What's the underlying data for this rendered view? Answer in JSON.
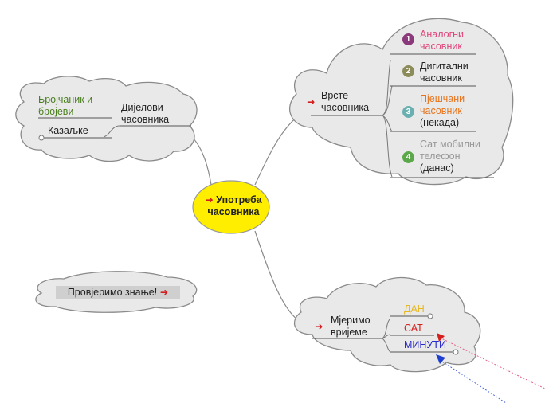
{
  "center": {
    "arrow": "➜",
    "text": "Употреба часовника"
  },
  "parts_cloud": {
    "branch_label": "Дијелови часовника",
    "items": [
      {
        "text": "Бројчаник и бројеви",
        "color": "#4a7f1f"
      },
      {
        "text": "Казаљке",
        "color": "#222222"
      }
    ]
  },
  "types_cloud": {
    "arrow": "➜",
    "branch_label": "Врсте часовника",
    "items": [
      {
        "num": "1",
        "line1": "Аналогни",
        "line2": "часовник",
        "line3": "",
        "color": "#e0457b",
        "badge": "#8a3a7a"
      },
      {
        "num": "2",
        "line1": "Дигитални",
        "line2": "часовник",
        "line3": "",
        "color": "#222222",
        "badge": "#8c8c5a"
      },
      {
        "num": "3",
        "line1": "Пјешчани",
        "line2": "часовник",
        "line3": "(некада)",
        "color": "#e8731a",
        "badge": "#6ab0b0"
      },
      {
        "num": "4",
        "line1": "Сат мобилни",
        "line2": "телефон",
        "line3": "(данас)",
        "color": "#999999",
        "badge": "#5aa84a"
      }
    ]
  },
  "measure_cloud": {
    "arrow": "➜",
    "branch_label": "Мјеримо вријеме",
    "items": [
      {
        "text": "ДАН",
        "color": "#e8b820"
      },
      {
        "text": "САТ",
        "color": "#d3201f"
      },
      {
        "text": "МИНУТИ",
        "color": "#2a2acc"
      }
    ]
  },
  "check_button": {
    "text": "Провјеримо знање!",
    "arrow": "➜"
  }
}
